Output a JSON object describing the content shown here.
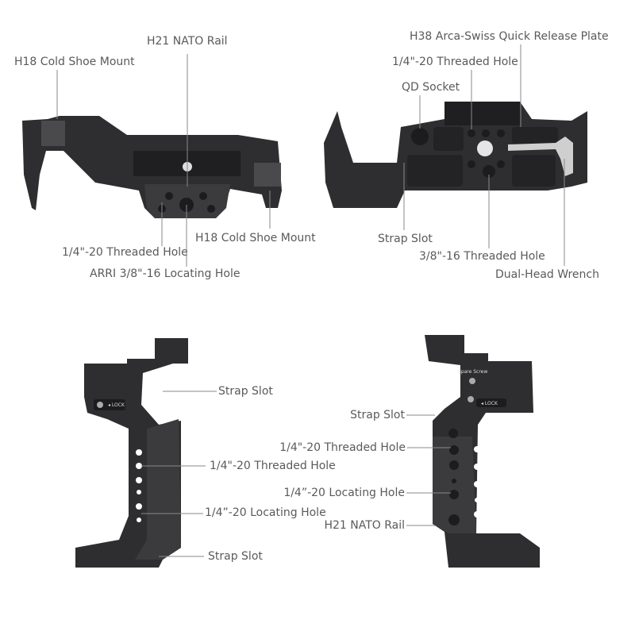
{
  "top_left_view": {
    "labels": {
      "nato_rail": "H21 NATO Rail",
      "cold_shoe_left": "H18 Cold Shoe Mount",
      "cold_shoe_right": "H18 Cold Shoe Mount",
      "threaded_hole": "1/4\"-20 Threaded Hole",
      "arri_hole": "ARRI 3/8\"-16 Locating Hole"
    }
  },
  "top_right_view": {
    "labels": {
      "arca_plate": "H38 Arca-Swiss Quick Release Plate",
      "threaded_hole_14": "1/4\"-20 Threaded Hole",
      "qd_socket": "QD Socket",
      "strap_slot": "Strap Slot",
      "threaded_hole_38": "3/8\"-16 Threaded Hole",
      "wrench": "Dual-Head Wrench"
    }
  },
  "bottom_left_view": {
    "labels": {
      "strap_slot_top": "Strap Slot",
      "threaded_hole": "1/4\"-20 Threaded Hole",
      "locating_hole": "1/4”-20 Locating Hole",
      "strap_slot_bottom": "Strap Slot"
    },
    "engraving": "◂ LOCK"
  },
  "bottom_right_view": {
    "labels": {
      "strap_slot": "Strap Slot",
      "threaded_hole": "1/4\"-20 Threaded Hole",
      "locating_hole": "1/4”-20 Locating Hole",
      "nato_rail": "H21 NATO Rail"
    },
    "engraving": "◂ LOCK",
    "spare_screw": "Spare Screw"
  },
  "colors": {
    "label": "#5a5a5a",
    "leader": "#8a8a8a",
    "metal": "#2e2e30",
    "metal_light": "#4a4a4d"
  }
}
